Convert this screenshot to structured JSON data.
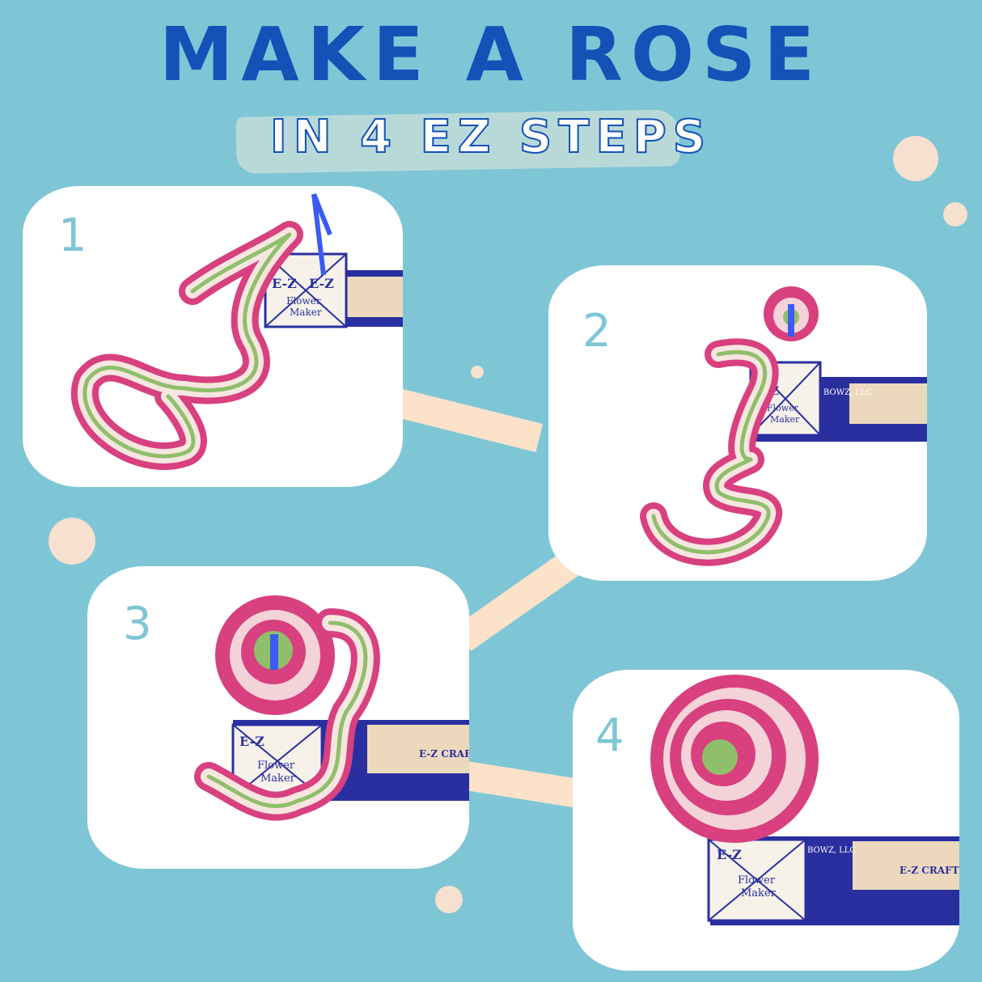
{
  "header": {
    "title": "MAKE A ROSE",
    "subtitle": "IN 4 EZ STEPS"
  },
  "steps": [
    {
      "number": "1"
    },
    {
      "number": "2"
    },
    {
      "number": "3"
    },
    {
      "number": "4"
    }
  ],
  "tool": {
    "brand": "E-Z",
    "name_line1": "Flower",
    "name_line2": "Maker",
    "company": "BOWZ, LLC",
    "craft_logo": "E-Z CRAFT"
  },
  "colors": {
    "background": "#7ec6d6",
    "title": "#1452b8",
    "panel": "#ffffff",
    "accent_dot": "#f6e0cf",
    "ribbon_pink": "#d8407f",
    "ribbon_green": "#8fbf6b",
    "tool_blue": "#2a2fa0"
  }
}
